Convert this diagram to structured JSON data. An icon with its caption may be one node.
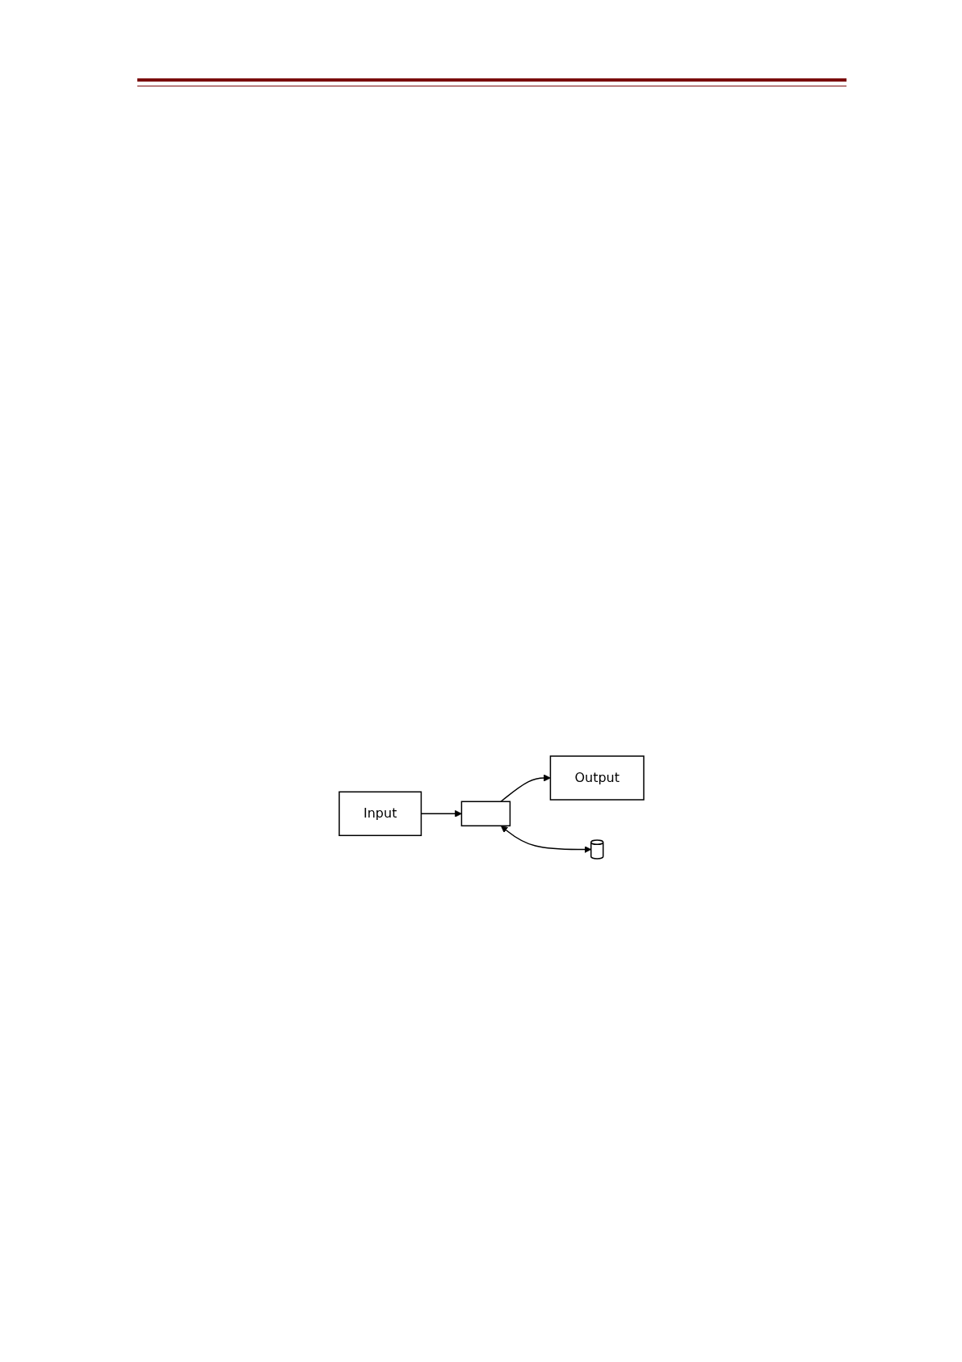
{
  "diagram": {
    "nodes": [
      {
        "text": [
          "Input"
        ]
      },
      {
        "text": [],
        "shape": "box"
      },
      {
        "text": [
          "Output"
        ]
      },
      {
        "text": [],
        "shape": "cylinder"
      }
    ],
    "edges": [
      {
        "from": 0,
        "to": 1,
        "arrow": "to"
      },
      {
        "from": 1,
        "to": 2,
        "arrow": "to"
      },
      {
        "from": 1,
        "to": 3,
        "arrow": "both"
      }
    ]
  }
}
